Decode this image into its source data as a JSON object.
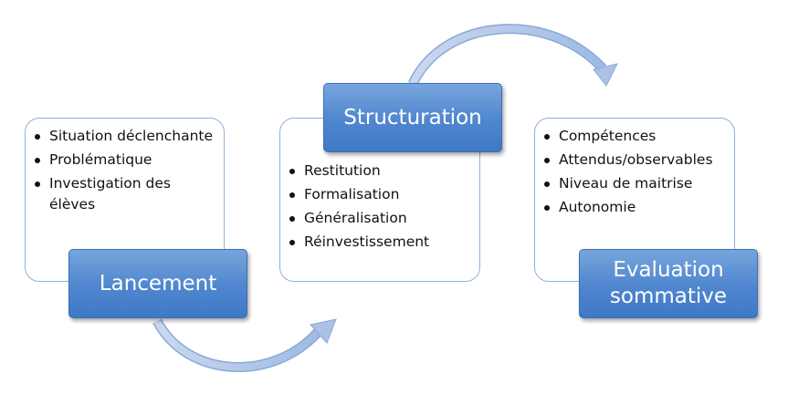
{
  "stages": [
    {
      "label": "Lancement",
      "items": [
        "Situation déclenchante",
        "Problématique",
        "Investigation des élèves"
      ]
    },
    {
      "label": "Structuration",
      "items": [
        "Restitution",
        "Formalisation",
        "Généralisation",
        "Réinvestissement"
      ]
    },
    {
      "label": "Evaluation sommative",
      "items": [
        "Compétences",
        "Attendus/observables",
        "Niveau de maitrise",
        "Autonomie"
      ]
    }
  ],
  "colors": {
    "accent": "#4f86cf",
    "card_border": "#8fb0db",
    "arrow": "#b4c9e7"
  }
}
